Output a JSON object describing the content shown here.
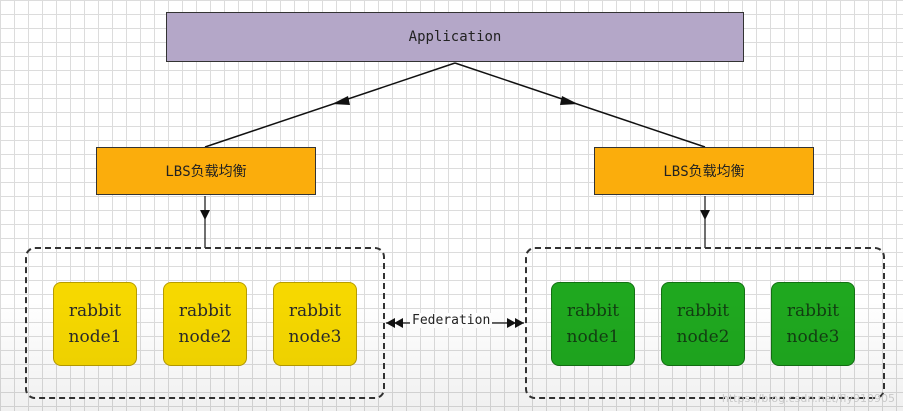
{
  "application": {
    "label": "Application"
  },
  "load_balancers": [
    {
      "label": "LBS负载均衡"
    },
    {
      "label": "LBS负载均衡"
    }
  ],
  "clusters": [
    {
      "color": "#f6d800",
      "nodes": [
        {
          "line1": "rabbit",
          "line2": "node1"
        },
        {
          "line1": "rabbit",
          "line2": "node2"
        },
        {
          "line1": "rabbit",
          "line2": "node3"
        }
      ]
    },
    {
      "color": "#1fa81f",
      "nodes": [
        {
          "line1": "rabbit",
          "line2": "node1"
        },
        {
          "line1": "rabbit",
          "line2": "node2"
        },
        {
          "line1": "rabbit",
          "line2": "node3"
        }
      ]
    }
  ],
  "federation": {
    "label": "Federation"
  },
  "watermark": {
    "text": "https://blog.csdn.net/fly910905"
  }
}
